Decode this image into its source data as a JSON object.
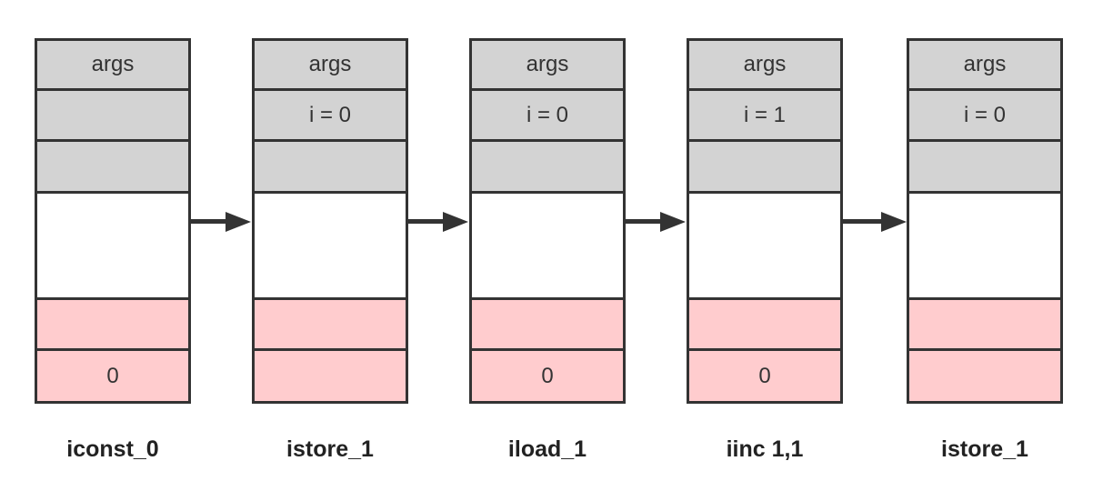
{
  "colors": {
    "local_variable_slot": "#d3d3d3",
    "operand_stack_slot": "#ffccce",
    "empty_slot": "#ffffff",
    "border": "#333333"
  },
  "frames": [
    {
      "instruction": "iconst_0",
      "local_variables": [
        "args",
        "",
        ""
      ],
      "operand_stack": [
        "",
        "0"
      ]
    },
    {
      "instruction": "istore_1",
      "local_variables": [
        "args",
        "i = 0",
        ""
      ],
      "operand_stack": [
        "",
        ""
      ]
    },
    {
      "instruction": "iload_1",
      "local_variables": [
        "args",
        "i = 0",
        ""
      ],
      "operand_stack": [
        "",
        "0"
      ]
    },
    {
      "instruction": "iinc 1,1",
      "local_variables": [
        "args",
        "i = 1",
        ""
      ],
      "operand_stack": [
        "",
        "0"
      ]
    },
    {
      "instruction": "istore_1",
      "local_variables": [
        "args",
        "i = 0",
        ""
      ],
      "operand_stack": [
        "",
        ""
      ]
    }
  ]
}
